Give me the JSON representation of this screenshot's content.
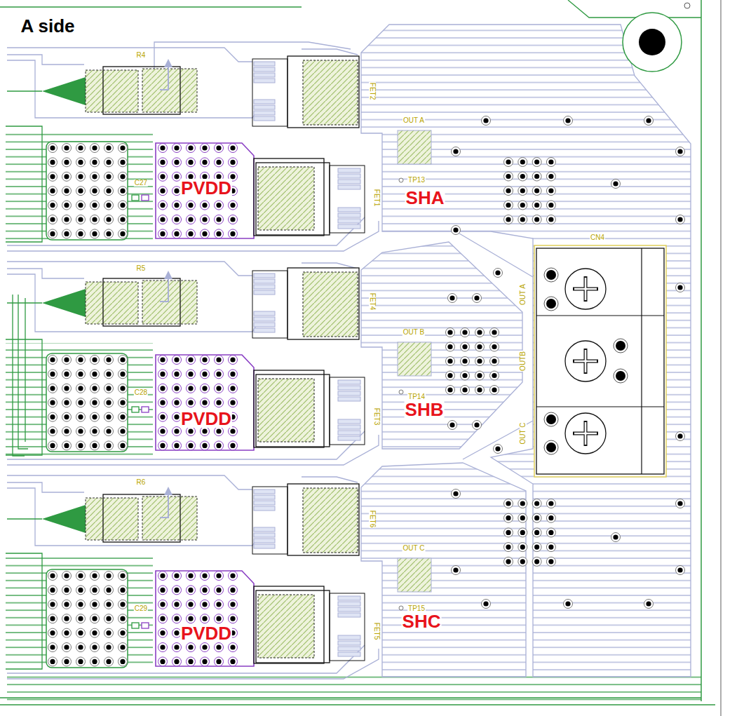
{
  "diagram": {
    "labels": [
      "A side",
      "R4",
      "FET2",
      "OUT A",
      "C27",
      "PVDD",
      "TP13",
      "SHA",
      "FET1",
      "CN4",
      "R5",
      "FET4",
      "OUT A",
      "OUT B",
      "OUTB",
      "C28",
      "PVDD",
      "TP14",
      "SHB",
      "FET3",
      "OUT C",
      "R6",
      "FET6",
      "OUT C",
      "C29",
      "PVDD",
      "TP15",
      "SHC",
      "FET5"
    ]
  }
}
